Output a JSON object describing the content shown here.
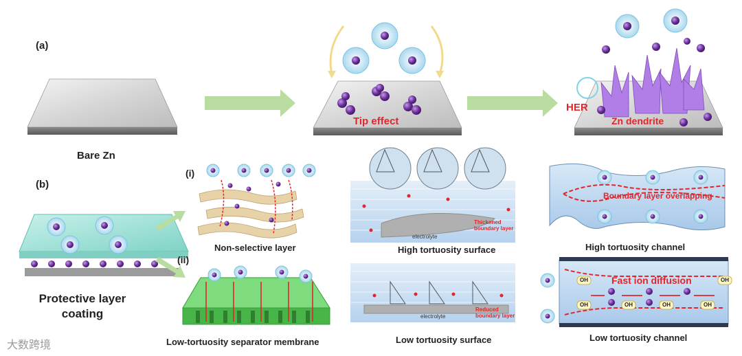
{
  "panel_a": {
    "label": "(a)",
    "bare_zn": "Bare Zn",
    "tip_effect": "Tip effect",
    "her": "HER",
    "zn_dendrite": "Zn dendrite"
  },
  "panel_b": {
    "label": "(b)",
    "protective_layer_coating": "Protective layer coating",
    "i": "(i)",
    "ii": "(ii)",
    "non_selective_layer": "Non-selective layer",
    "low_tortuosity_separator": "Low-tortuosity separator membrane",
    "high_tortuosity_surface": "High tortuosity surface",
    "low_tortuosity_surface": "Low tortuosity surface",
    "high_tortuosity_channel": "High tortuosity channel",
    "low_tortuosity_channel": "Low tortuosity channel",
    "boundary_layer_overlapping": "Boundary layer overlapping",
    "fast_ion_diffusion": "Fast ion diffusion",
    "thickened_boundary_layer": "Thickened boundary layer",
    "reduced_boundary_layer": "Reduced boundary layer",
    "electrolyte": "electrolyte",
    "oh": "OH"
  },
  "watermark": "大数跨境",
  "colors": {
    "arrow_green": "#b9dca0",
    "zinc_ion": "#6a2d9a",
    "dendrite": "#b07ee6",
    "highlight_red": "#e0262a",
    "membrane_green": "#55c855",
    "channel_blue": "#bcd7ef"
  }
}
